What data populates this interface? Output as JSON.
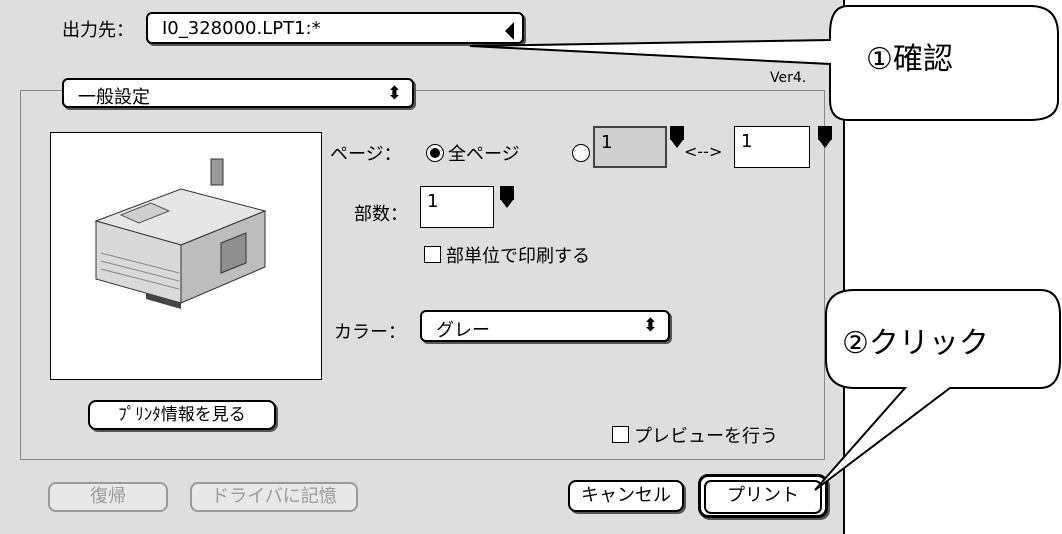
{
  "destination": {
    "label": "出力先：",
    "value": "I0_328000.LPT1:*"
  },
  "version": "Ver4.",
  "panel_menu": {
    "value": "一般設定"
  },
  "pages": {
    "label": "ページ：",
    "all_label": "全ページ",
    "from": "1",
    "range_sep": "<-->",
    "to": "1"
  },
  "copies": {
    "label": "部数：",
    "value": "1"
  },
  "collate": {
    "label": "部単位で印刷する",
    "checked": false
  },
  "color": {
    "label": "カラー：",
    "value": "グレー"
  },
  "printer_info_button": "ﾌﾟﾘﾝﾀ情報を見る",
  "preview": {
    "label": "プレビューを行う",
    "checked": false
  },
  "buttons": {
    "restore": "復帰",
    "save_driver": "ドライバに記憶",
    "cancel": "キャンセル",
    "print": "プリント"
  },
  "callouts": {
    "confirm": "①確認",
    "click": "②クリック"
  }
}
